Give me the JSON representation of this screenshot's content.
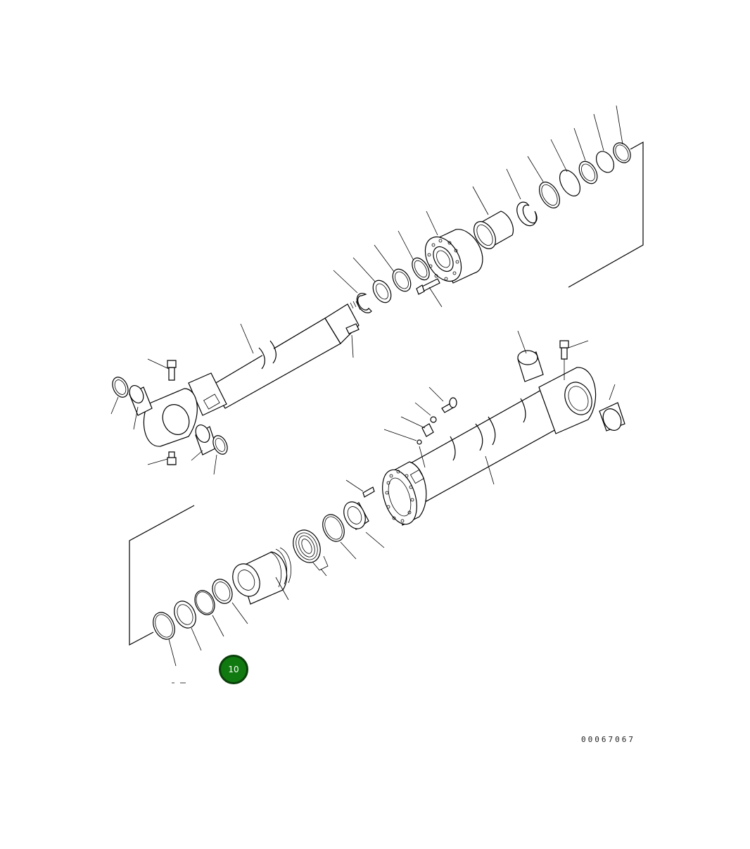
{
  "callout": {
    "label": "10",
    "color": "#107a10"
  },
  "drawing_number": "00067067",
  "icons": [
    "hydraulic-cylinder-exploded-diagram"
  ]
}
